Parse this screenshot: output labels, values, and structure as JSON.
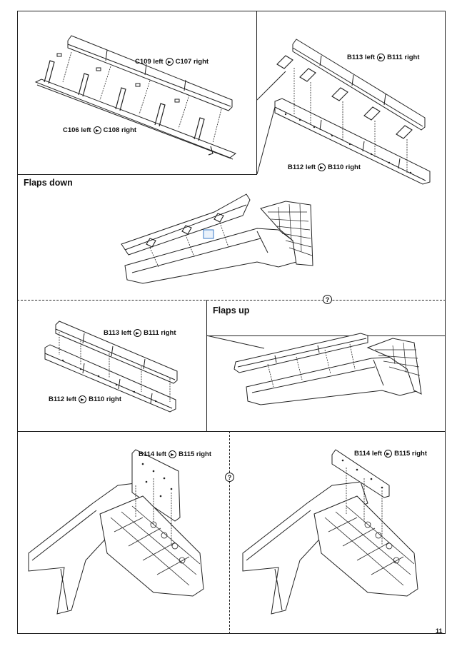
{
  "labels": {
    "c109_c107": {
      "left": "C109 left",
      "right": "C107 right"
    },
    "c106_c108": {
      "left": "C106 left",
      "right": "C108 right"
    },
    "b113_b111_top": {
      "left": "B113 left",
      "right": "B111 right"
    },
    "b112_b110_top": {
      "left": "B112 left",
      "right": "B110 right"
    },
    "b113_b111_mid": {
      "left": "B113 left",
      "right": "B111 right"
    },
    "b112_b110_mid": {
      "left": "B112 left",
      "right": "B110 right"
    },
    "b114_b115_left": {
      "left": "B114 left",
      "right": "B115 right"
    },
    "b114_b115_right": {
      "left": "B114 left",
      "right": "B115 right"
    }
  },
  "headings": {
    "flaps_down": "Flaps down",
    "flaps_up": "Flaps up"
  },
  "question_mark": "?",
  "page_number": "11"
}
